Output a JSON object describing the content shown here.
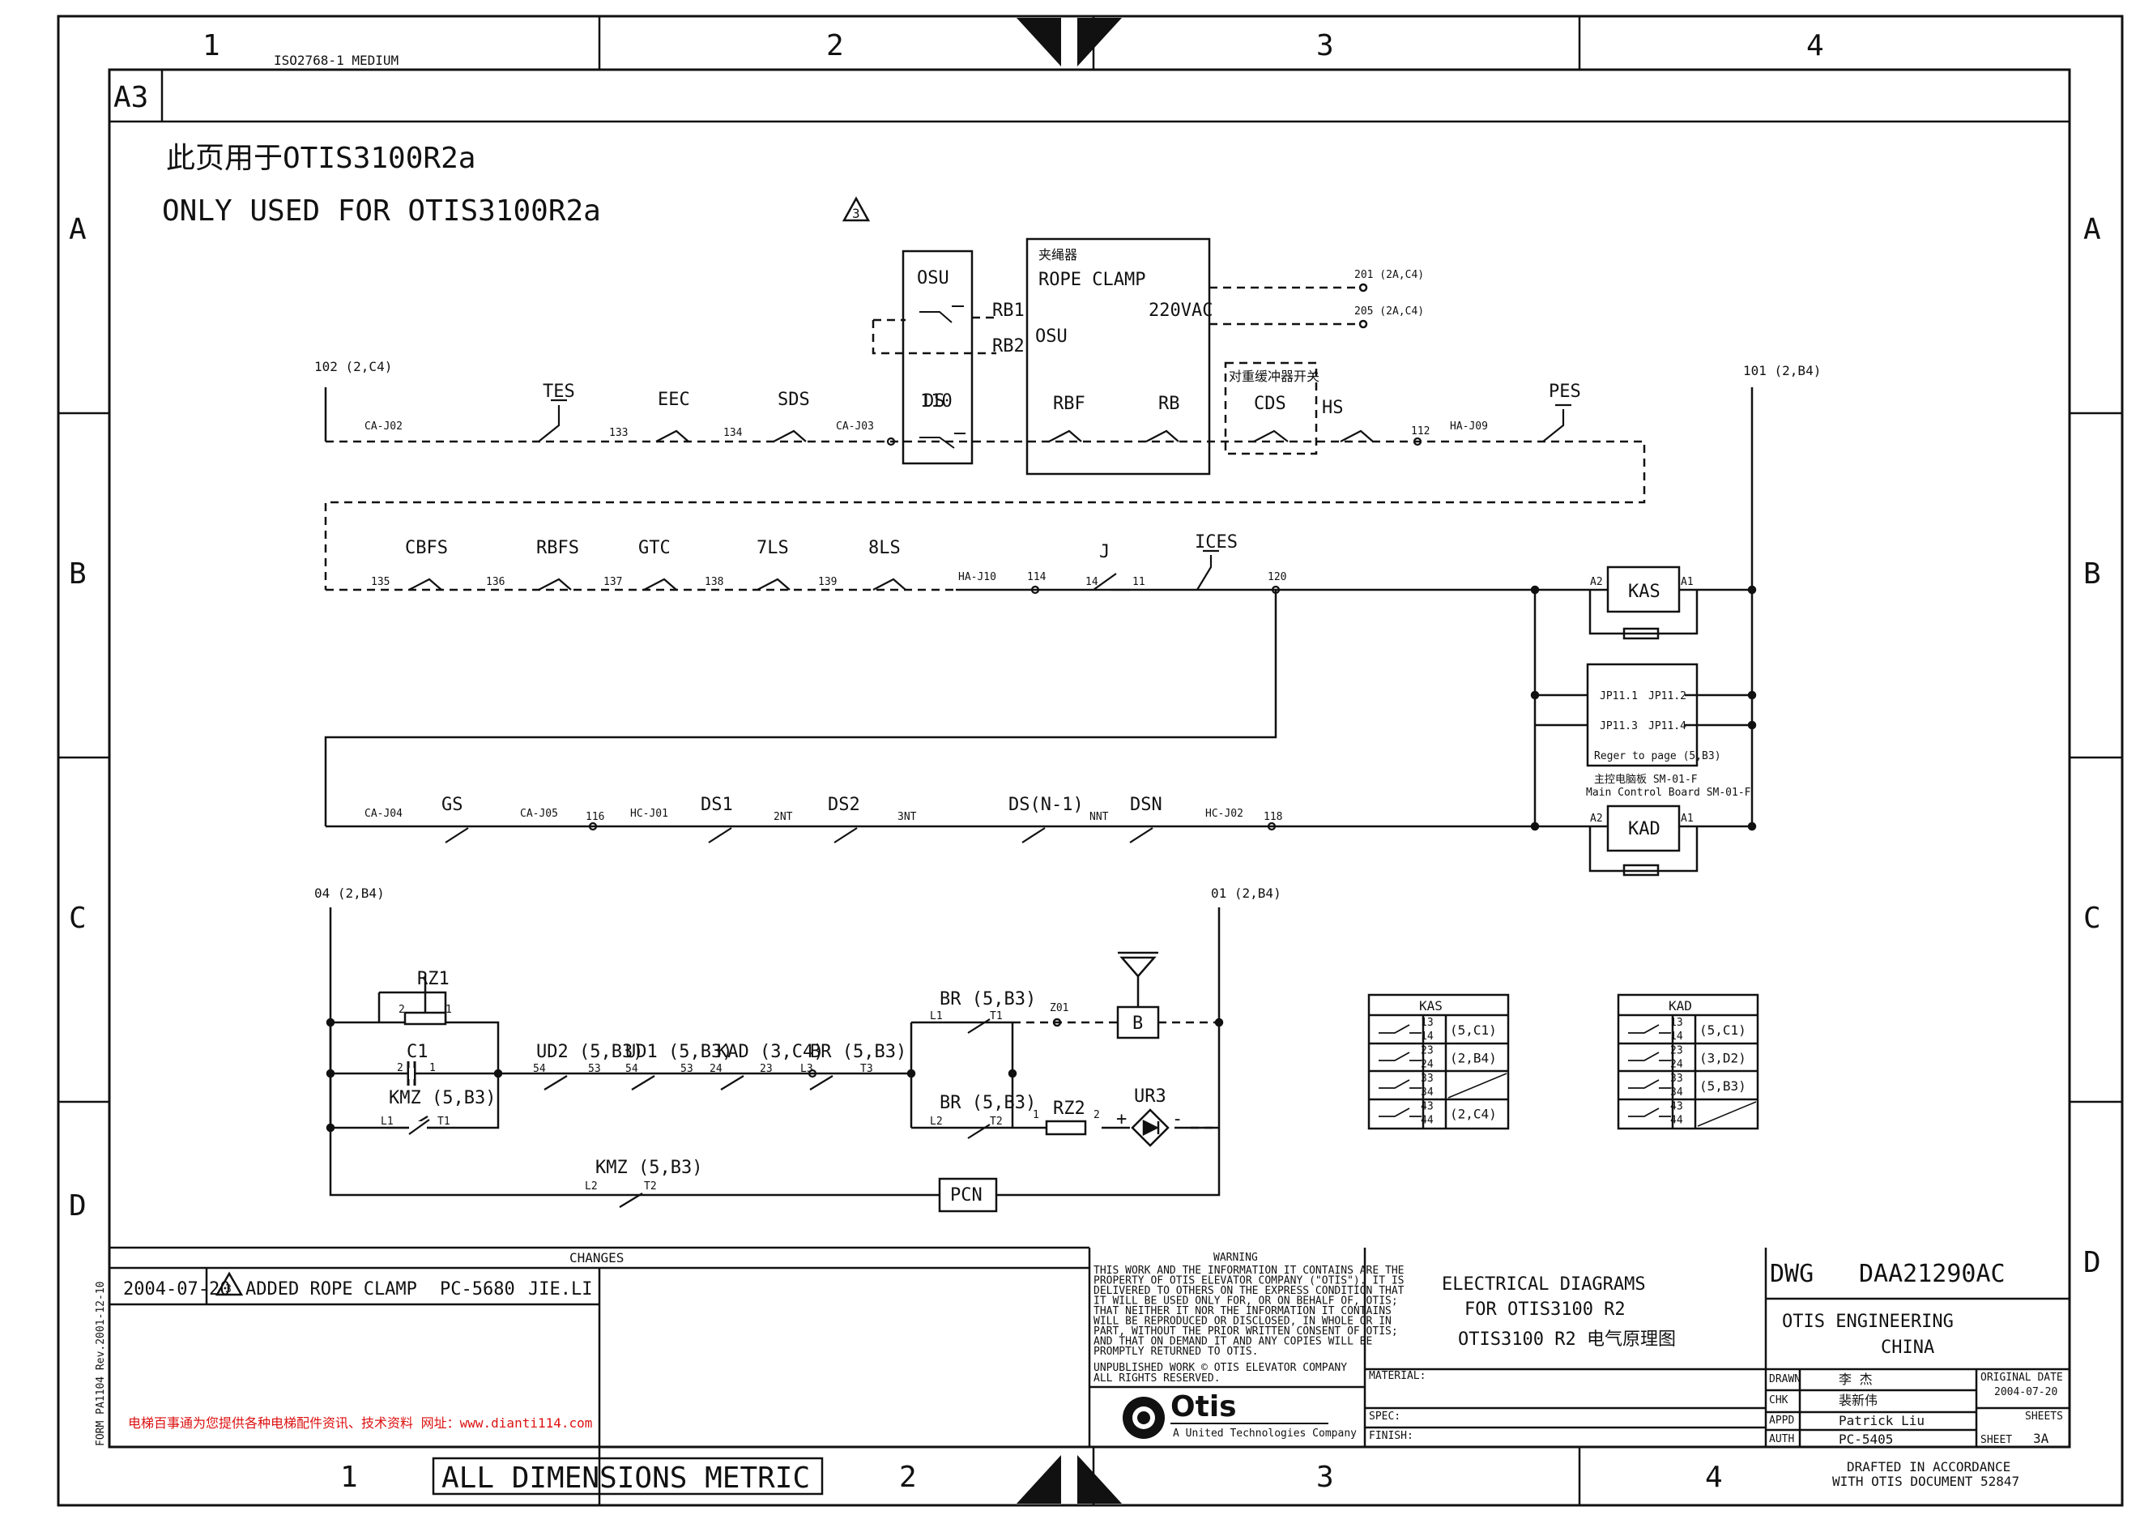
{
  "sheet": {
    "medium": "ISO2768-1 MEDIUM",
    "size": "A3",
    "col_labels": [
      "1",
      "2",
      "3",
      "4"
    ],
    "row_labels": [
      "A",
      "B",
      "C",
      "D"
    ],
    "bottom_note": "ALL DIMENSIONS METRIC",
    "drafted_note_1": "DRAFTED IN ACCORDANCE",
    "drafted_note_2": "WITH OTIS DOCUMENT 52847",
    "form_label": "FORM PA1104  Rev.2001-12-10",
    "watermark": "电梯百事通为您提供各种电梯配件资讯、技术资料    网址：www.dianti114.com"
  },
  "header_notes": {
    "cn": "此页用于OTIS3100R2a",
    "en": "ONLY USED FOR OTIS3100R2a",
    "revision_mark": "3"
  },
  "rope_clamp": {
    "cn": "夹绳器",
    "title": "ROPE CLAMP",
    "voltage": "220VAC",
    "osu": "OSU",
    "rbf": "RBF",
    "rb": "RB",
    "rb1": "RB1",
    "rb2": "RB2",
    "osu_box": "OSU",
    "ds": "DS",
    "ref_201": "201 (2A,C4)",
    "ref_205": "205 (2A,C4)"
  },
  "cds": {
    "cn": "对重缓冲器开关",
    "label": "CDS"
  },
  "chain_row1": {
    "start_ref": "102 (2,C4)",
    "end_ref": "101 (2,B4)",
    "ca_j02": "CA-J02",
    "tes": "TES",
    "n133": "133",
    "eec": "EEC",
    "n134": "134",
    "sds": "SDS",
    "ca_j03": "CA-J03",
    "n110": "110",
    "hs": "HS",
    "n112": "112",
    "ha_j09": "HA-J09",
    "pes": "PES"
  },
  "chain_row2": {
    "n135": "135",
    "cbfs": "CBFS",
    "n136": "136",
    "rbfs": "RBFS",
    "n137": "137",
    "gtc": "GTC",
    "n138": "138",
    "l7": "7LS",
    "n139": "139",
    "l8": "8LS",
    "ha_j10": "HA-J10",
    "n114": "114",
    "j": "J",
    "n14": "14",
    "n11": "11",
    "ices": "ICES",
    "n120": "120"
  },
  "chain_row3": {
    "ca_j04": "CA-J04",
    "gs": "GS",
    "ca_j05": "CA-J05",
    "n116": "116",
    "hc_j01": "HC-J01",
    "ds1": "DS1",
    "n2nt": "2NT",
    "ds2": "DS2",
    "n3nt": "3NT",
    "dsn1": "DS(N-1)",
    "nnt": "NNT",
    "dsn": "DSN",
    "hc_j02": "HC-J02",
    "n118": "118"
  },
  "relays": {
    "kas": "KAS",
    "kad": "KAD",
    "a1": "A1",
    "a2": "A2",
    "jp11_1": "JP11.1",
    "jp11_2": "JP11.2",
    "jp11_3": "JP11.3",
    "jp11_4": "JP11.4",
    "refer": "Reger to page (5,B3)",
    "board_cn": "主控电脑板 SM-01-F",
    "board_en": "Main Control Board SM-01-F"
  },
  "brake": {
    "ref_04": "04 (2,B4)",
    "ref_01": "01 (2,B4)",
    "rz1": "RZ1",
    "c1": "C1",
    "p1": "1",
    "p2": "2",
    "kmz1": "KMZ (5,B3)",
    "ud2": "UD2 (5,B3)",
    "ud1": "UD1 (5,B3)",
    "kad": "KAD (3,C4)",
    "br1": "BR (5,B3)",
    "br2": "BR (5,B3)",
    "br3": "BR (5,B3)",
    "n54a": "54",
    "n53a": "53",
    "n54b": "54",
    "n53b": "53",
    "n24": "24",
    "n23": "23",
    "l1": "L1",
    "t1": "T1",
    "l2": "L2",
    "t2": "T2",
    "l3": "L3",
    "t3": "T3",
    "z01": "Z01",
    "b": "B",
    "rz2": "RZ2",
    "ur3": "UR3",
    "plus": "+",
    "minus": "-",
    "kmz2": "KMZ (5,B3)",
    "pcn": "PCN"
  },
  "contact_tables": [
    {
      "title": "KAS",
      "rows": [
        [
          "13",
          "14",
          "(5,C1)"
        ],
        [
          "23",
          "24",
          "(2,B4)"
        ],
        [
          "33",
          "34",
          ""
        ],
        [
          "43",
          "44",
          "(2,C4)"
        ]
      ]
    },
    {
      "title": "KAD",
      "rows": [
        [
          "13",
          "14",
          "(5,C1)"
        ],
        [
          "23",
          "24",
          "(3,D2)"
        ],
        [
          "33",
          "34",
          "(5,B3)"
        ],
        [
          "43",
          "44",
          ""
        ]
      ]
    }
  ],
  "changes": {
    "header": "CHANGES",
    "date": "2004-07-20",
    "mark": "3",
    "text": "ADDED ROPE CLAMP",
    "pc": "PC-5680",
    "by": "JIE.LI"
  },
  "warning": {
    "title": "WARNING",
    "body": [
      "THIS WORK AND THE INFORMATION IT CONTAINS ARE THE",
      "PROPERTY OF OTIS ELEVATOR COMPANY (\"OTIS\"). IT IS",
      "DELIVERED TO OTHERS ON THE EXPRESS CONDITION THAT",
      "IT WILL BE USED ONLY FOR, OR ON BEHALF OF, OTIS;",
      "THAT NEITHER IT NOR THE INFORMATION IT CONTAINS",
      "WILL BE REPRODUCED OR DISCLOSED, IN WHOLE OR IN",
      "PART, WITHOUT THE PRIOR WRITTEN CONSENT OF OTIS;",
      "AND THAT ON DEMAND IT AND ANY COPIES WILL BE",
      "PROMPTLY RETURNED TO OTIS."
    ],
    "unpub": "UNPUBLISHED WORK © OTIS ELEVATOR COMPANY",
    "rights": "ALL RIGHTS RESERVED."
  },
  "logo": {
    "name": "Otis",
    "tagline": "A United Technologies Company"
  },
  "title_block": {
    "line1": "ELECTRICAL DIAGRAMS",
    "line2": "FOR OTIS3100 R2",
    "line3": "OTIS3100 R2 电气原理图",
    "material": "MATERIAL:",
    "spec": "SPEC:",
    "finish": "FINISH:",
    "dwg_label": "DWG",
    "dwg_no": "DAA21290AC",
    "company1": "OTIS ENGINEERING",
    "company2": "CHINA",
    "drawn_label": "DRAWN",
    "drawn": "李 杰",
    "chk_label": "CHK",
    "chk": "裴新伟",
    "appd_label": "APPD",
    "appd": "Patrick Liu",
    "auth_label": "AUTH",
    "auth": "PC-5405",
    "orig_label": "ORIGINAL DATE",
    "orig_date": "2004-07-20",
    "sheets_label": "SHEETS",
    "sheet_label": "SHEET",
    "sheet_no": "3A"
  }
}
